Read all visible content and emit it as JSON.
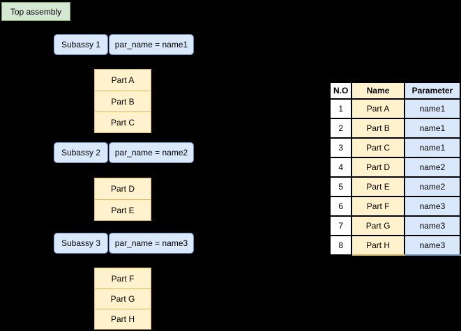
{
  "diagram": {
    "top_assembly_label": "Top assembly",
    "groups": [
      {
        "subassy_label": "Subassy 1",
        "param_label": "par_name = name1",
        "parts": [
          "Part A",
          "Part B",
          "Part C"
        ]
      },
      {
        "subassy_label": "Subassy 2",
        "param_label": "par_name = name2",
        "parts": [
          "Part D",
          "Part E"
        ]
      },
      {
        "subassy_label": "Subassy 3",
        "param_label": "par_name = name3",
        "parts": [
          "Part F",
          "Part G",
          "Part H"
        ]
      }
    ]
  },
  "table": {
    "headers": [
      "N.O",
      "Name",
      "Parameter"
    ],
    "rows": [
      [
        "1",
        "Part A",
        "name1"
      ],
      [
        "2",
        "Part B",
        "name1"
      ],
      [
        "3",
        "Part C",
        "name1"
      ],
      [
        "4",
        "Part D",
        "name2"
      ],
      [
        "5",
        "Part E",
        "name2"
      ],
      [
        "6",
        "Part F",
        "name3"
      ],
      [
        "7",
        "Part G",
        "name3"
      ],
      [
        "8",
        "Part H",
        "name3"
      ]
    ]
  },
  "colors": {
    "background": "#000000",
    "green_fill": "#d5e8d4",
    "green_stroke": "#82b366",
    "blue_fill": "#dae8fc",
    "blue_stroke": "#6c8ebf",
    "yellow_fill": "#fff2cc",
    "yellow_stroke": "#d6b656",
    "table_border": "#000000",
    "text": "#000000"
  }
}
